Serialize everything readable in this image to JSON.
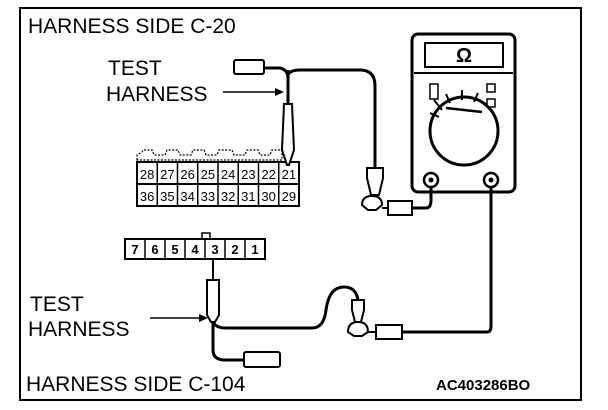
{
  "labels": {
    "harness_side_top": "HARNESS SIDE C-20",
    "test_harness_top_line1": "TEST",
    "test_harness_top_line2": "HARNESS",
    "test_harness_bottom_line1": "TEST",
    "test_harness_bottom_line2": "HARNESS",
    "harness_side_bottom": "HARNESS SIDE C-104",
    "figure_code": "AC403286BO"
  },
  "meter": {
    "symbol": "Ω",
    "icon": "ohmmeter-icon"
  },
  "connector_c20": {
    "top_row": [
      "28",
      "27",
      "26",
      "25",
      "24",
      "23",
      "22",
      "21"
    ],
    "bottom_row": [
      "36",
      "35",
      "34",
      "33",
      "32",
      "31",
      "30",
      "29"
    ],
    "probed_pin": "21"
  },
  "connector_c104": {
    "pins": [
      "7",
      "6",
      "5",
      "4",
      "3",
      "2",
      "1"
    ],
    "probed_pin": "3"
  },
  "colors": {
    "line": "#000000",
    "background": "#ffffff"
  }
}
